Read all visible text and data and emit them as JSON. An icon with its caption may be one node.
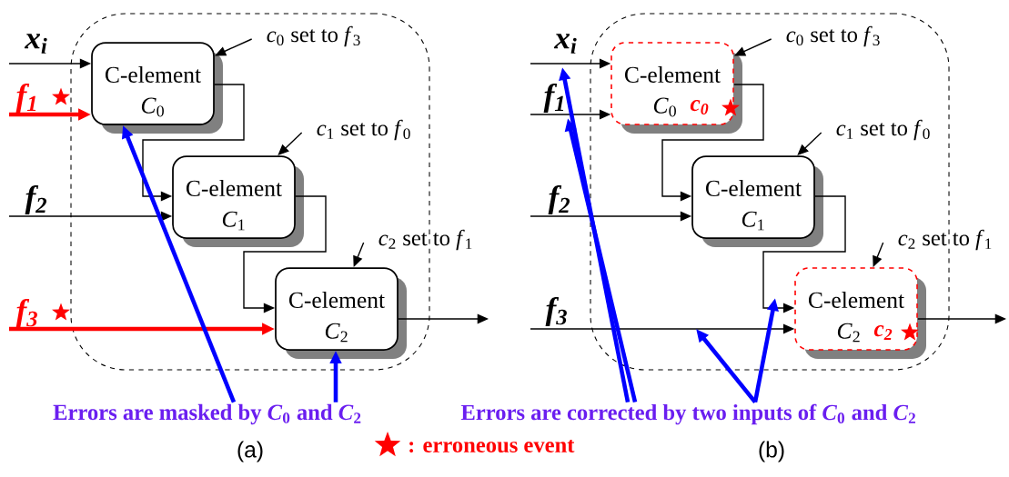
{
  "diagram": {
    "nodes": [
      {
        "text": [],
        "shape": "box"
      },
      {
        "text": [
          "C-element",
          "*C*$_{0}$"
        ],
        "in": 0
      },
      {
        "text": [
          "C-element",
          "*C*$_{1}$"
        ],
        "in": 0
      },
      {
        "text": [
          "C-element",
          "*C*$_{2}$"
        ],
        "in": 0
      },
      {
        "text": [
          "*c*$_{0}$ set to *f*$_{3}$"
        ],
        "in": 0
      },
      {
        "text": [
          "*c*$_{1}$ set to *f*$_{0}$"
        ],
        "in": 0
      },
      {
        "text": [
          "*c*$_{2}$ set to *f*$_{1}$"
        ]
      },
      {
        "text": [
          "Errors are masked by *C*$_{0}$ and *C*$_{2}$"
        ]
      },
      {
        "text": [],
        "shape": "box"
      },
      {
        "text": [
          "C-element",
          "*C*$_{0}$",
          "c$_{0}$"
        ],
        "in": 8
      },
      {
        "text": [
          "C-element",
          "*C*$_{1}$"
        ],
        "in": 8
      },
      {
        "text": [
          "C-element",
          "*C*$_{2}$",
          "c$_{2}$"
        ],
        "in": 8
      },
      {
        "text": [
          "*c*$_{0}$ set to *f*$_{3}$"
        ],
        "in": 8
      },
      {
        "text": [
          "*c*$_{1}$ set to *f*$_{0}$"
        ],
        "in": 8
      },
      {
        "text": [
          "*c*$_{2}$ set to *f*$_{1}$"
        ]
      },
      {
        "text": [
          "Errors are corrected by two inputs of *C*$_{0}$ and *C*$_{2}$"
        ]
      }
    ],
    "edges": [
      {
        "from": null,
        "to": 1,
        "arrow": "to",
        "label": "x$_{i}$"
      },
      {
        "from": null,
        "to": 1,
        "arrow": "to",
        "label": "f$_{1}$",
        "style": "thick",
        "color": "#ff0000"
      },
      {
        "from": null,
        "to": 2,
        "arrow": "to",
        "label": "f$_{2}$"
      },
      {
        "from": null,
        "to": 3,
        "arrow": "to",
        "label": "f$_{3}$",
        "style": "thick",
        "color": "#ff0000"
      },
      {
        "from": 1,
        "to": 2,
        "arrow": "to"
      },
      {
        "from": 2,
        "to": 3,
        "arrow": "to"
      },
      {
        "from": 3,
        "to": null,
        "arrow": "to"
      },
      {
        "from": 4,
        "to": 1,
        "arrow": "to"
      },
      {
        "from": 5,
        "to": 2,
        "arrow": "to"
      },
      {
        "from": 6,
        "to": 3,
        "arrow": "to"
      },
      {
        "from": 7,
        "to": 1,
        "arrow": "to",
        "style": "thick",
        "color": "#0000ff"
      },
      {
        "from": 7,
        "to": 3,
        "arrow": "to",
        "style": "thick",
        "color": "#0000ff"
      },
      {
        "from": null,
        "to": 9,
        "arrow": "to",
        "label": "x$_{i}$"
      },
      {
        "from": null,
        "to": 9,
        "arrow": "to",
        "label": "f$_{1}$"
      },
      {
        "from": null,
        "to": 10,
        "arrow": "to",
        "label": "f$_{2}$"
      },
      {
        "from": null,
        "to": 11,
        "arrow": "to",
        "label": "f$_{3}$"
      },
      {
        "from": 9,
        "to": 10,
        "arrow": "to"
      },
      {
        "from": 10,
        "to": 11,
        "arrow": "to"
      },
      {
        "from": 11,
        "to": null,
        "arrow": "to"
      },
      {
        "from": 12,
        "to": 9,
        "arrow": "to"
      },
      {
        "from": 13,
        "to": 10,
        "arrow": "to"
      },
      {
        "from": 14,
        "to": 11,
        "arrow": "to"
      },
      {
        "from": 15,
        "to": null,
        "arrow": "to",
        "style": "thick",
        "color": "#0000ff"
      },
      {
        "from": 15,
        "to": null,
        "arrow": "to",
        "style": "thick",
        "color": "#0000ff"
      },
      {
        "from": 15,
        "to": null,
        "arrow": "to",
        "style": "thick",
        "color": "#0000ff"
      },
      {
        "from": 15,
        "to": null,
        "arrow": "to",
        "style": "thick",
        "color": "#0000ff"
      }
    ],
    "labels": [
      "(a)",
      "(b)"
    ],
    "legend": [
      {
        "text": ": erroneous event"
      }
    ]
  }
}
